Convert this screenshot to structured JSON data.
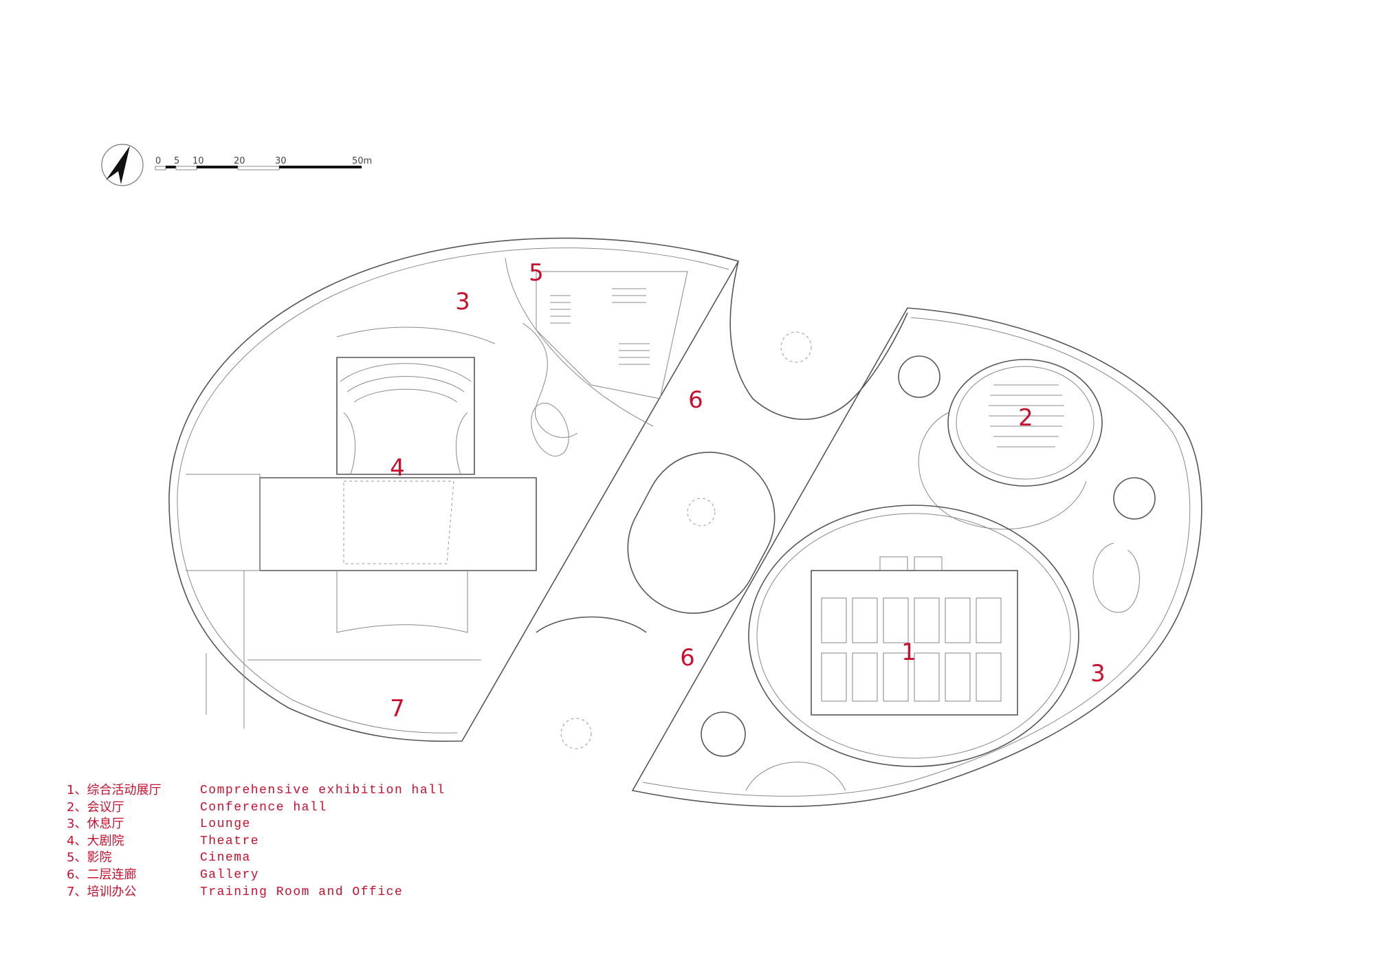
{
  "scale_bar": {
    "ticks": [
      "0",
      "5",
      "10",
      "20",
      "30",
      "50m"
    ]
  },
  "plan_labels": {
    "cinema": "5",
    "lounge_north": "3",
    "gallery_north": "6",
    "theatre": "4",
    "conference": "2",
    "exhibition": "1",
    "gallery_south": "6",
    "lounge_east": "3",
    "training": "7"
  },
  "legend": [
    {
      "zh": "1、综合活动展厅",
      "en": "Comprehensive exhibition hall"
    },
    {
      "zh": "2、会议厅",
      "en": "Conference hall"
    },
    {
      "zh": "3、休息厅",
      "en": "Lounge"
    },
    {
      "zh": "4、大剧院",
      "en": "Theatre"
    },
    {
      "zh": "5、影院",
      "en": "Cinema"
    },
    {
      "zh": "6、二层连廊",
      "en": "Gallery"
    },
    {
      "zh": "7、培训办公",
      "en": "Training Room and Office"
    }
  ],
  "colors": {
    "label_red": "#c8102e",
    "line": "#555555"
  }
}
